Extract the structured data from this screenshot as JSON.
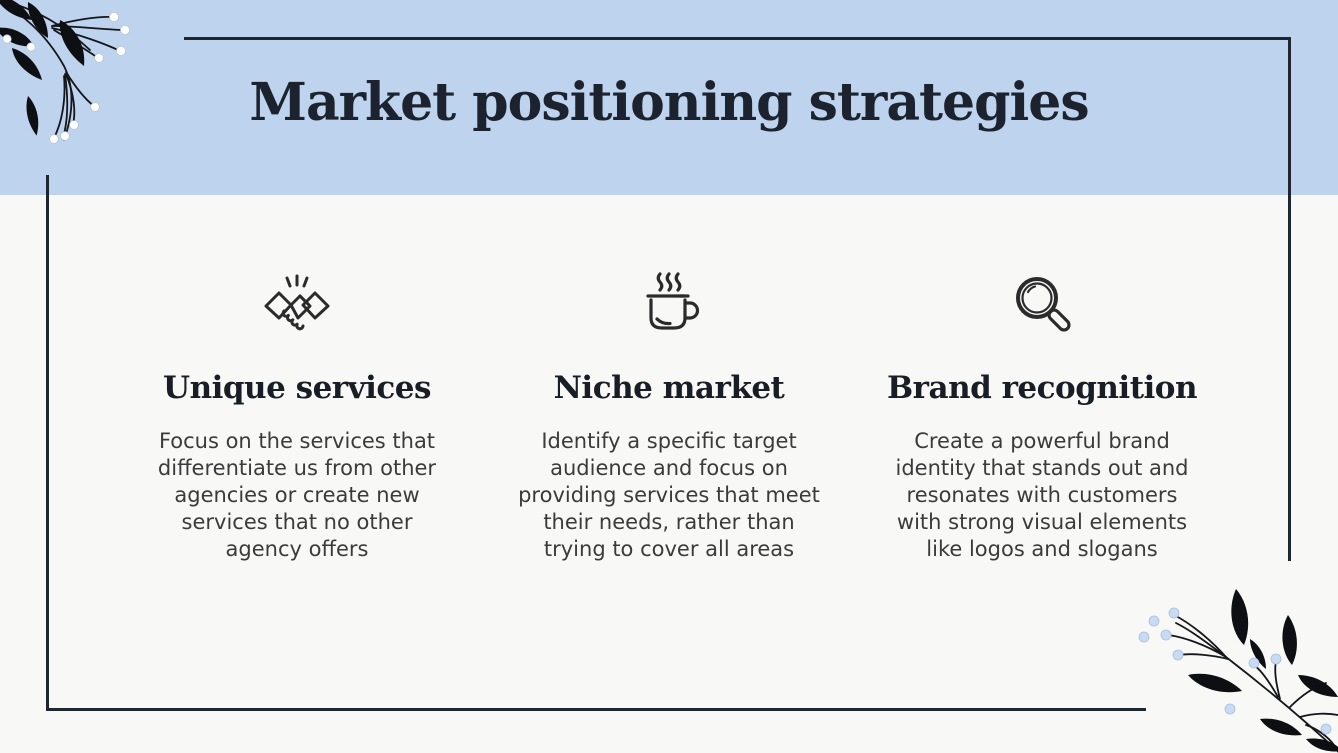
{
  "slide": {
    "title": "Market positioning strategies",
    "columns": [
      {
        "icon": "handshake-icon",
        "heading": "Unique services",
        "body": "Focus on the services that\ndifferentiate us from other\nagencies or create new\nservices that no other\nagency offers"
      },
      {
        "icon": "coffee-mug-icon",
        "heading": "Niche market",
        "body": "Identify a specific target\naudience and focus on\nproviding services that meet\ntheir needs, rather than\ntrying to cover all areas"
      },
      {
        "icon": "magnifier-icon",
        "heading": "Brand recognition",
        "body": "Create a powerful brand\nidentity that stands out and\nresonates with customers\nwith strong visual elements\nlike logos and slogans"
      }
    ],
    "decorations": [
      "branch-top-left",
      "branch-bottom-right"
    ],
    "colors": {
      "band": "#bed3ed",
      "background": "#f8f8f6",
      "frame": "#1e2630",
      "title_text": "#1c232e",
      "heading_text": "#191e26",
      "body_text": "#3b3b3b",
      "icon_stroke": "#2b2b2b",
      "foliage": "#0d0f13",
      "berry_white": "#ffffff",
      "berry_blue": "#c9dbf2"
    }
  }
}
